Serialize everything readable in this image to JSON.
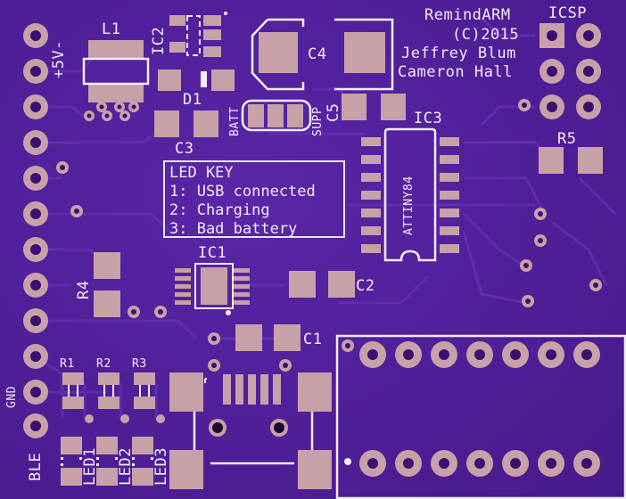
{
  "title_block": {
    "project": "RemindARM",
    "copyright": "(C)2015",
    "author1": "Jeffrey Blum",
    "author2": "Cameron Hall"
  },
  "header_labels": {
    "icsp": "ICSP",
    "power": "+5V-",
    "gnd": "GND",
    "ble": "BLE"
  },
  "components": {
    "l1": "L1",
    "ic2": "IC2",
    "d1": "D1",
    "c3": "C3",
    "c4": "C4",
    "c5": "C5",
    "batt": "BATT",
    "supp": "SUPP",
    "ic3": "IC3",
    "attiny": "ATTINY84",
    "r5": "R5",
    "ic1": "IC1",
    "r4": "R4",
    "c2": "C2",
    "c1": "C1",
    "r1": "R1",
    "r2": "R2",
    "r3": "R3",
    "led1": "LED1",
    "led2": "LED2",
    "led3": "LED3"
  },
  "led_key": {
    "title": "LED KEY",
    "line1": "1: USB connected",
    "line2": "2: Charging",
    "line3": "3: Bad battery"
  },
  "colors": {
    "board": "#4f1f98",
    "copper": "#c8a0a8",
    "silk": "#f3ecff",
    "trace": "#5b28a8"
  }
}
